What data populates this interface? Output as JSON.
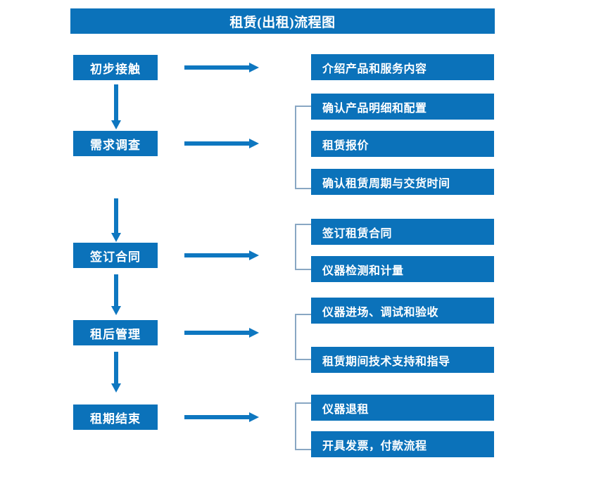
{
  "diagram": {
    "title": "租赁(出租)流程图",
    "accent_color": "#0b72ba",
    "arrow_color": "#0e77c0",
    "bracket_color": "#89a7c3",
    "stages": [
      {
        "id": "initial-contact",
        "label": "初步接触",
        "details": [
          "介绍产品和服务内容"
        ]
      },
      {
        "id": "requirement-survey",
        "label": "需求调查",
        "details": [
          "确认产品明细和配置",
          "租赁报价",
          "确认租赁周期与交货时间"
        ]
      },
      {
        "id": "sign-contract",
        "label": "签订合同",
        "details": [
          "签订租赁合同",
          "仪器检测和计量"
        ]
      },
      {
        "id": "post-rental-management",
        "label": "租后管理",
        "details": [
          "仪器进场、调试和验收",
          "租赁期间技术支持和指导"
        ]
      },
      {
        "id": "lease-end",
        "label": "租期结束",
        "details": [
          "仪器退租",
          "开具发票，付款流程"
        ]
      }
    ]
  },
  "boxes": {
    "stage_0": "初步接触",
    "stage_1": "需求调查",
    "stage_2": "签订合同",
    "stage_3": "租后管理",
    "stage_4": "租期结束",
    "detail_0_0": "介绍产品和服务内容",
    "detail_1_0": "确认产品明细和配置",
    "detail_1_1": "租赁报价",
    "detail_1_2": "确认租赁周期与交货时间",
    "detail_2_0": "签订租赁合同",
    "detail_2_1": "仪器检测和计量",
    "detail_3_0": "仪器进场、调试和验收",
    "detail_3_1": "租赁期间技术支持和指导",
    "detail_4_0": "仪器退租",
    "detail_4_1": "开具发票，付款流程"
  }
}
